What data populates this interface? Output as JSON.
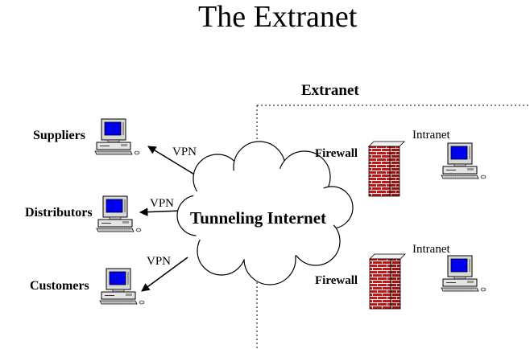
{
  "title": "The Extranet",
  "extranet_label": "Extranet",
  "cloud_label": "Tunneling Internet",
  "clients": [
    {
      "label": "Suppliers",
      "link_label": "VPN"
    },
    {
      "label": "Distributors",
      "link_label": "VPN"
    },
    {
      "label": "Customers",
      "link_label": "VPN"
    }
  ],
  "sites": [
    {
      "firewall_label": "Firewall",
      "intranet_label": "Intranet"
    },
    {
      "firewall_label": "Firewall",
      "intranet_label": "Intranet"
    }
  ],
  "colors": {
    "screen": "#0000f0",
    "brick": "#c01818",
    "mortar": "#ffffff",
    "line": "#000000"
  }
}
